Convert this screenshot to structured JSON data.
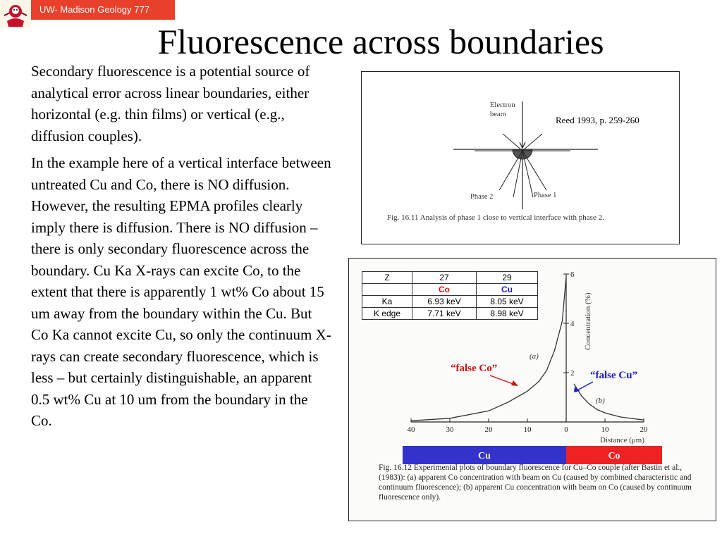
{
  "header": {
    "badge": "UW- Madison Geology  777"
  },
  "logo": {
    "icon": "badger-mascot-icon"
  },
  "title": "Fluorescence across boundaries",
  "body": {
    "p1": "Secondary fluorescence is a potential source of analytical error across linear boundaries, either horizontal (e.g. thin films) or vertical (e.g., diffusion couples).",
    "p2": "In the example here of a vertical interface between untreated Cu and Co, there is NO diffusion. However, the resulting EPMA profiles clearly imply there is diffusion. There is NO diffusion – there is only secondary fluorescence across the boundary. Cu Ka X-rays can excite Co, to the extent that there is apparently 1 wt% Co about 15 um away from the boundary within the Cu. But Co Ka cannot excite Cu, so only the continuum X-rays can create secondary fluorescence, which is less – but certainly distinguishable, an apparent 0.5 wt% Cu at 10 um from the boundary in the Co."
  },
  "figure1": {
    "reference": "Reed 1993, p. 259-260",
    "electron_label_1": "Electron",
    "electron_label_2": "beam",
    "phase2_label": "Phase 2",
    "phase1_label": "Phase 1",
    "caption": "Fig. 16.11  Analysis of phase 1 close to vertical interface with phase 2."
  },
  "figure2": {
    "table": {
      "rows": [
        [
          "Z",
          "27",
          "29"
        ],
        [
          "",
          "Co",
          "Cu"
        ],
        [
          "Ka",
          "6.93 keV",
          "8.05 keV"
        ],
        [
          "K edge",
          "7.71 keV",
          "8.98 keV"
        ]
      ]
    },
    "colors": {
      "co": "#cc1111",
      "cu": "#1a1ad0",
      "bar_cu": "#3333cc",
      "bar_co": "#ee2222"
    },
    "annot_false_co": "“false Co”",
    "annot_false_cu": "“false Cu”",
    "curve_a_label": "(a)",
    "curve_b_label": "(b)",
    "ylabel": "Concentration (%)",
    "xlabel": "Distance (μm)",
    "bar_cu_label": "Cu",
    "bar_co_label": "Co",
    "caption": "Fig. 16.12  Experimental plots of boundary fluorescence for Cu–Co couple (after Bastin et al., (1983)): (a) apparent Co concentration with beam on Cu (caused by combined characteristic and continuum fluorescence); (b) apparent Cu concentration with beam on Co (caused by continuum fluorescence only)."
  },
  "chart_data": {
    "type": "line",
    "xlabel": "Distance (μm)",
    "ylabel": "Concentration (%)",
    "xlim": [
      -40,
      20
    ],
    "ylim": [
      0,
      6
    ],
    "x_ticks": [
      "40",
      "30",
      "20",
      "10",
      "0",
      "10",
      "20"
    ],
    "y_ticks": [
      "2",
      "4",
      "6"
    ],
    "series": [
      {
        "name": "(a)",
        "x": [
          -40,
          -30,
          -20,
          -15,
          -10,
          -7,
          -5,
          -3,
          -1,
          0
        ],
        "y": [
          0.05,
          0.15,
          0.45,
          0.8,
          1.25,
          1.65,
          2.1,
          2.9,
          4.1,
          5.9
        ]
      },
      {
        "name": "(b)",
        "x": [
          2,
          4,
          6,
          8,
          10,
          14,
          20
        ],
        "y": [
          1.55,
          1.05,
          0.72,
          0.5,
          0.37,
          0.2,
          0.08
        ]
      }
    ]
  }
}
